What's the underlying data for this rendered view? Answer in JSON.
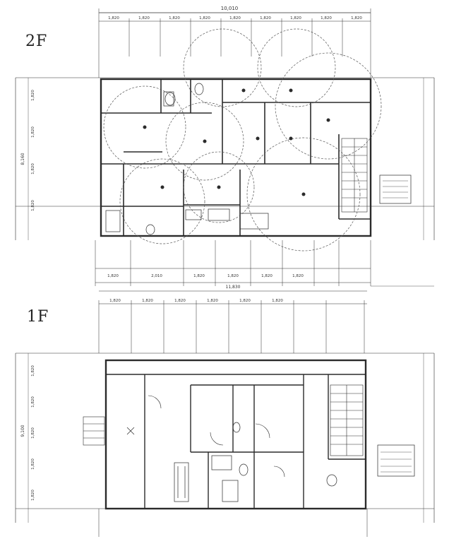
{
  "labels": {
    "floor2": "2F",
    "floor1": "1F"
  },
  "dims2": {
    "top_total": "10,010",
    "top_segments": [
      "1,820",
      "1,820",
      "1,820",
      "1,820",
      "1,820",
      "1,820",
      "1,820",
      "1,820",
      "1,820"
    ],
    "bottom_total": "11,830",
    "bottom_segments": [
      "1,820",
      "2,010",
      "1,820",
      "1,820",
      "1,820",
      "1,820"
    ],
    "left_total": "8,160",
    "left_segments": [
      "1,820",
      "1,820",
      "1,820",
      "1,820"
    ]
  },
  "dims1": {
    "top_segments": [
      "1,820",
      "1,820",
      "1,820",
      "1,820",
      "1,820",
      "1,820"
    ],
    "left_total": "9,100",
    "left_segments": [
      "1,820",
      "1,820",
      "1,820",
      "1,820",
      "1,820"
    ]
  },
  "colors": {
    "line": "#2b2b2b",
    "faint": "#7a7a7a",
    "paper": "#ffffff"
  }
}
